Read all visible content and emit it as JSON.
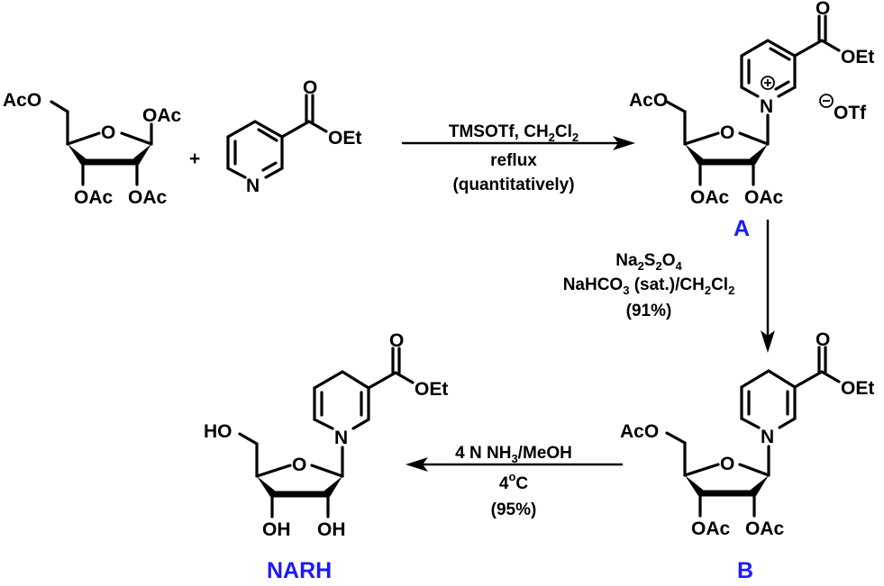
{
  "scheme": {
    "title": "Synthesis of NARH",
    "label_color": "#1a1aff",
    "compounds": {
      "ribose": {
        "substituents": {
          "c5": "AcO",
          "c1": "OAc",
          "c3": "OAc",
          "c2": "OAc"
        },
        "ring_o": "O"
      },
      "nicotinate": {
        "ring_n": "N",
        "carbonyl_o": "O",
        "ester": "OEt"
      },
      "A": {
        "label": "A",
        "ring_n": "N",
        "charge_plus": "+",
        "counterion_charge": "−",
        "counterion": "OTf",
        "carbonyl_o": "O",
        "ester": "OEt",
        "substituents": {
          "c5": "AcO",
          "c3": "OAc",
          "c2": "OAc"
        },
        "ring_o": "O"
      },
      "B": {
        "label": "B",
        "ring_n": "N",
        "carbonyl_o": "O",
        "ester": "OEt",
        "substituents": {
          "c5": "AcO",
          "c3": "OAc",
          "c2": "OAc"
        },
        "ring_o": "O"
      },
      "NARH": {
        "label": "NARH",
        "ring_n": "N",
        "carbonyl_o": "O",
        "ester": "OEt",
        "substituents": {
          "c5": "HO",
          "c3": "OH",
          "c2": "OH"
        },
        "ring_o": "O"
      }
    },
    "plus_sign": "+",
    "steps": [
      {
        "direction": "right",
        "reagents_line1": {
          "a": "TMSOTf, CH",
          "sub1": "2",
          "b": "Cl",
          "sub2": "2"
        },
        "line2": "reflux",
        "line3": "(quantitatively)"
      },
      {
        "direction": "down",
        "line1": {
          "a": "Na",
          "s1": "2",
          "b": "S",
          "s2": "2",
          "c": "O",
          "s3": "4"
        },
        "line2": {
          "a": "NaHCO",
          "s1": "3",
          "b": " (sat.)/CH",
          "s2": "2",
          "c": "Cl",
          "s3": "2"
        },
        "line3": "(91%)"
      },
      {
        "direction": "left",
        "line1": {
          "a": "4 N NH",
          "s1": "3",
          "b": "/MeOH"
        },
        "line2": {
          "a": "4",
          "sup": "o",
          "b": "C"
        },
        "line3": "(95%)"
      }
    ]
  }
}
